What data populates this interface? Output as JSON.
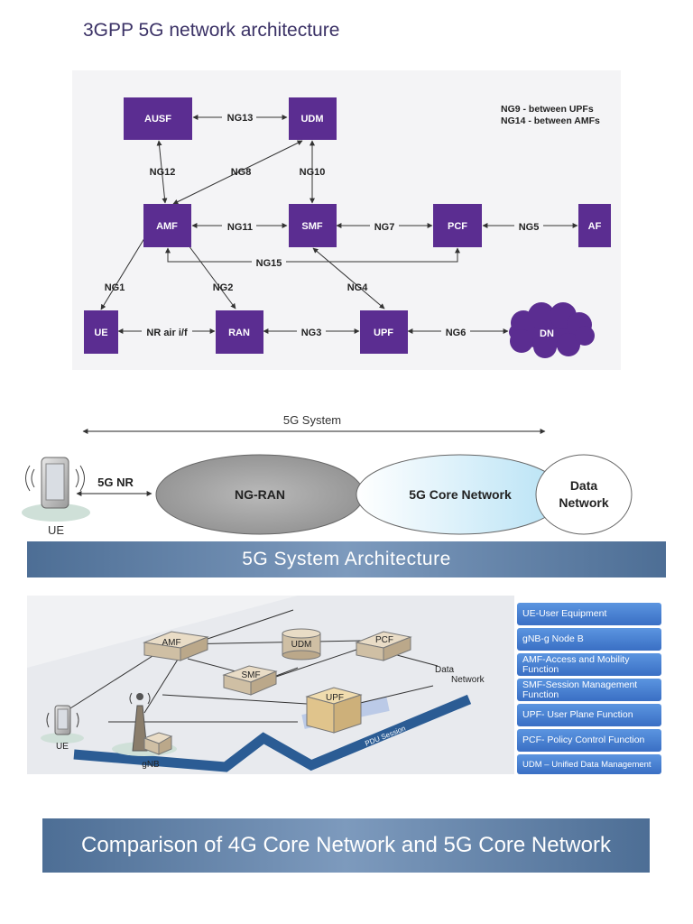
{
  "diagram1": {
    "title": "3GPP 5G network architecture",
    "node_color": "#5b2d91",
    "notes": [
      "NG9 - between UPFs",
      "NG14 - between AMFs"
    ],
    "nodes": {
      "ausf": "AUSF",
      "udm": "UDM",
      "amf": "AMF",
      "smf": "SMF",
      "pcf": "PCF",
      "af": "AF",
      "ue": "UE",
      "ran": "RAN",
      "upf": "UPF",
      "dn": "DN"
    },
    "links": {
      "ng13": "NG13",
      "ng12": "NG12",
      "ng8": "NG8",
      "ng10": "NG10",
      "ng11": "NG11",
      "ng7": "NG7",
      "ng5": "NG5",
      "ng15": "NG15",
      "ng1": "NG1",
      "ng2": "NG2",
      "ng4": "NG4",
      "nr_air": "NR air i/f",
      "ng3": "NG3",
      "ng6": "NG6"
    }
  },
  "diagram2": {
    "system_label": "5G System",
    "nr_label": "5G NR",
    "ue_label": "UE",
    "ng_ran": "NG-RAN",
    "core": "5G Core Network",
    "data_network": [
      "Data",
      "Network"
    ],
    "banner": "5G System Architecture"
  },
  "diagram3": {
    "nodes": {
      "amf": "AMF",
      "udm": "UDM",
      "pcf": "PCF",
      "smf": "SMF",
      "upf": "UPF"
    },
    "ue_label": "UE",
    "gnb_label": "gNB",
    "data_network": [
      "Data",
      "Network"
    ],
    "pdu_session": "PDU Session",
    "legend": [
      "UE-User Equipment",
      "gNB-g Node B",
      "AMF-Access and Mobility Function",
      "SMF-Session Management Function",
      "UPF- User Plane Function",
      "PCF- Policy Control Function",
      "UDM – Unified Data Management"
    ]
  },
  "footer_banner": "Comparison of 4G Core Network and 5G Core Network"
}
